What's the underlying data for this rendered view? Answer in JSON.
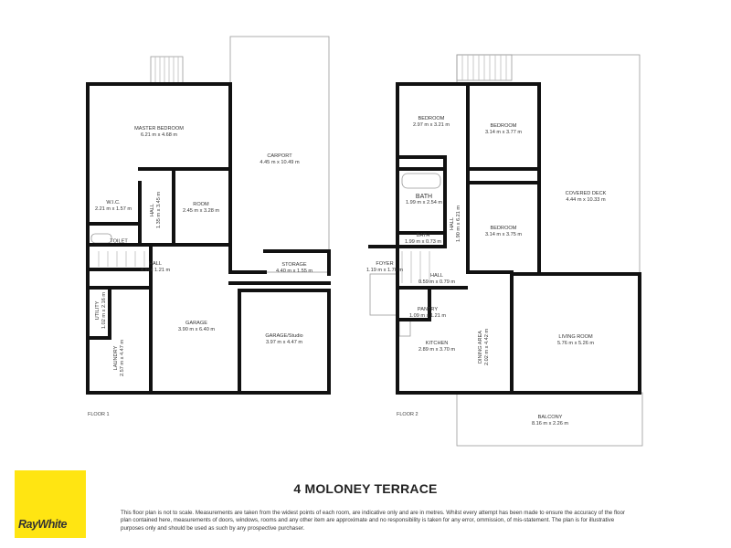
{
  "floor1": {
    "label": "FLOOR 1",
    "rooms": [
      {
        "name": "MASTER BEDROOM",
        "size": "6.21 m x 4.68 m"
      },
      {
        "name": "CARPORT",
        "size": "4.45 m x 10.49 m"
      },
      {
        "name": "W.I.C.",
        "size": "2.21 m x 1.57 m"
      },
      {
        "name": "HALL",
        "size": "1.35 m x 3.45 m"
      },
      {
        "name": "ROOM",
        "size": "2.45 m x 3.28 m"
      },
      {
        "name": "TOILET",
        "size": ""
      },
      {
        "name": "HALL",
        "size": "4 m x 1.21 m"
      },
      {
        "name": "STORAGE",
        "size": "4.40 m x 1.55 m"
      },
      {
        "name": "UTILITY",
        "size": "1.02 m x 2.16 m"
      },
      {
        "name": "GARAGE",
        "size": "3.90 m x 6.40 m"
      },
      {
        "name": "GARAGE/Studio",
        "size": "3.97 m x 4.47 m"
      },
      {
        "name": "LAUNDRY",
        "size": "2.57 m x 4.47 m"
      }
    ]
  },
  "floor2": {
    "label": "FLOOR 2",
    "rooms": [
      {
        "name": "BEDROOM",
        "size": "2.97 m x 3.21 m"
      },
      {
        "name": "BEDROOM",
        "size": "3.14 m x 3.77 m"
      },
      {
        "name": "COVERED DECK",
        "size": "4.44 m x 10.33 m"
      },
      {
        "name": "BATH",
        "size": "1.99 m x 2.54 m"
      },
      {
        "name": "HALL",
        "size": "1.90 m x 6.21 m"
      },
      {
        "name": "BEDROOM",
        "size": "3.14 m x 3.75 m"
      },
      {
        "name": "BATH",
        "size": "1.99 m x 0.73 m"
      },
      {
        "name": "FOYER",
        "size": "1.19 m x 1.70 m"
      },
      {
        "name": "HALL",
        "size": "0.59 m x 0.79 m"
      },
      {
        "name": "PANTRY",
        "size": "1.09 m x 1.21 m"
      },
      {
        "name": "KITCHEN",
        "size": "2.89 m x 3.70 m"
      },
      {
        "name": "DINING AREA",
        "size": "2.02 m x 4.42 m"
      },
      {
        "name": "LIVING ROOM",
        "size": "5.76 m x 5.26 m"
      },
      {
        "name": "BALCONY",
        "size": "8.16 m x 2.26 m"
      }
    ]
  },
  "title": "4 MOLONEY TERRACE",
  "disclaimer": "This floor plan is not to scale. Measurements are taken from the widest points of each room, are indicative only and are in metres. Whilst every attempt has been made to ensure the accuracy of the floor plan contained here, measurements of doors, windows, rooms and any other item are approximate and no responsibility is taken for any error, ommission, of mis-statement. The plan is for illustrative purposes only and should be used as such by any prospective purchaser.",
  "logo": {
    "text": "RayWhite",
    "color": "#ffe512"
  }
}
